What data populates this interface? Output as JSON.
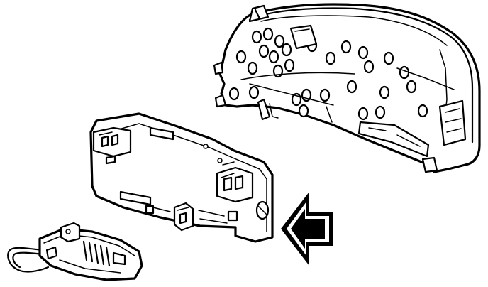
{
  "figure": {
    "ink_color": "#000000",
    "background_color": "#ffffff"
  },
  "parts": [
    {
      "id": "instrument-cluster",
      "icon": "instrument-cluster-housing"
    },
    {
      "id": "printed-circuit-board",
      "icon": "circuit-board-panel"
    },
    {
      "id": "wiring-connector-module",
      "icon": "connector-module"
    },
    {
      "id": "direction-arrow",
      "icon": "arrow-left"
    }
  ]
}
